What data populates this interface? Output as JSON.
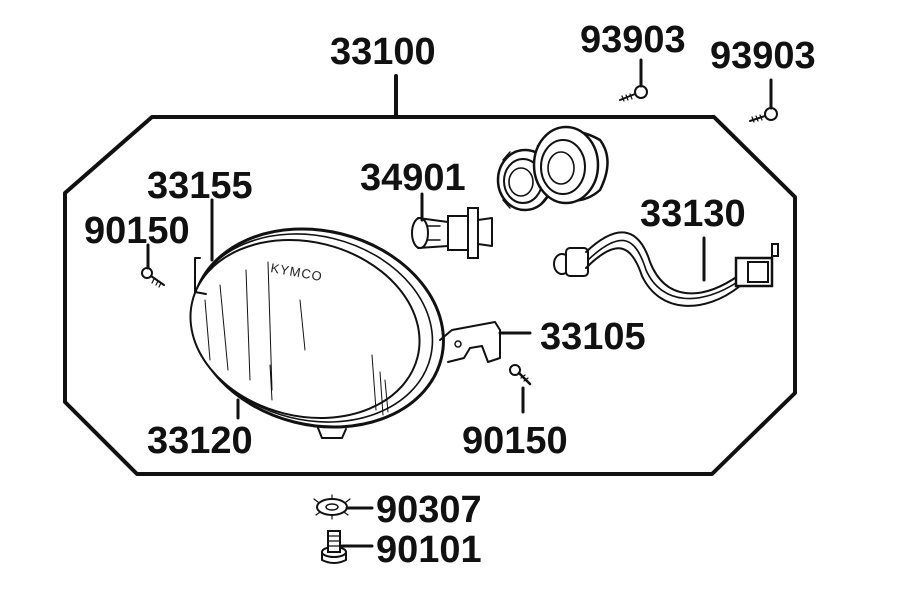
{
  "colors": {
    "ink": "#111111",
    "background": "#ffffff"
  },
  "brand": "KYMCO",
  "labels": {
    "assembly": "33100",
    "screw_top_left": "93903",
    "screw_top_right": "93903",
    "bracket_left": "33155",
    "screw_left": "90150",
    "bulb": "34901",
    "socket_harness": "33130",
    "bracket_right": "33105",
    "lens_unit": "33120",
    "screw_bottom": "90150",
    "washer": "90307",
    "bolt": "90101"
  }
}
